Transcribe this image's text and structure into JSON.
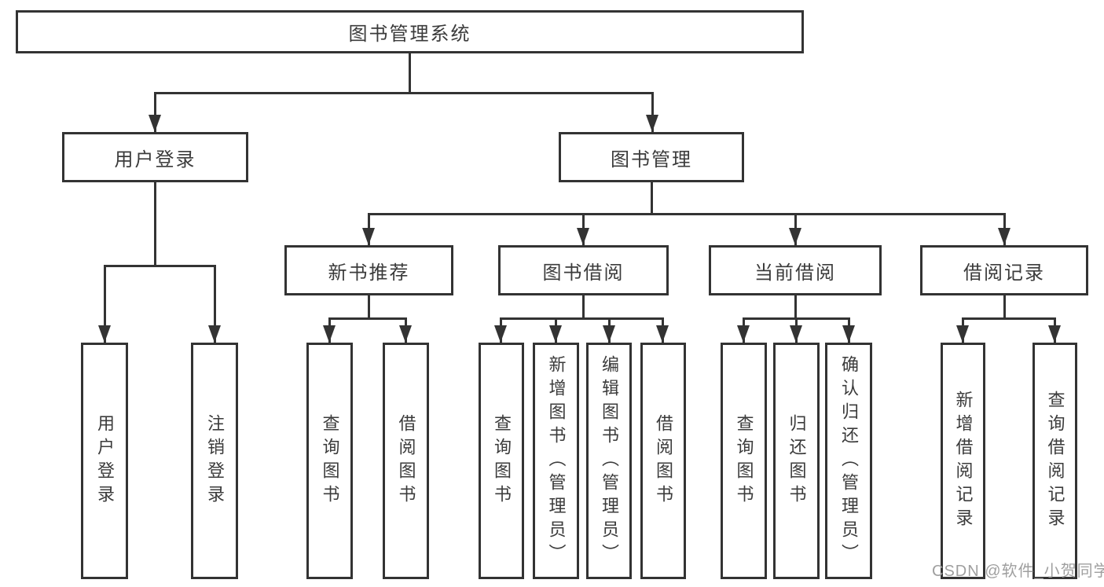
{
  "diagram": {
    "root": "图书管理系统",
    "level2": [
      "用户登录",
      "图书管理"
    ],
    "level3": [
      "新书推荐",
      "图书借阅",
      "当前借阅",
      "借阅记录"
    ],
    "user_login_children": [
      "用户登录",
      "注销登录"
    ],
    "new_book_children": [
      "查询图书",
      "借阅图书"
    ],
    "book_borrow_children": [
      "查询图书",
      "新增图书（管理员）",
      "编辑图书（管理员）",
      "借阅图书"
    ],
    "current_borrow_children": [
      "查询图书",
      "归还图书",
      "确认归还（管理员）"
    ],
    "record_children": [
      "新增借阅记录",
      "查询借阅记录"
    ]
  },
  "watermark": "CSDN @软件_小贺同学",
  "colors": {
    "line": "#333333",
    "box_border": "#333333",
    "text": "#3b3b3b",
    "watermark": "#9f9f9f",
    "background": "#ffffff"
  }
}
